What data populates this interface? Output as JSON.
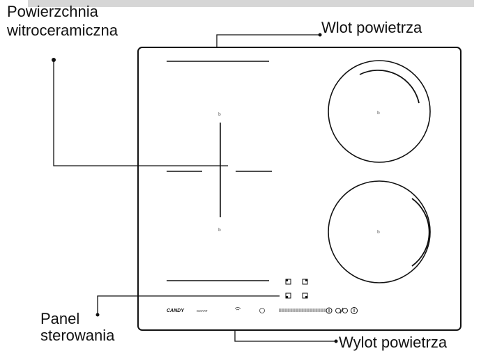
{
  "labels": {
    "surface_line1": "Powierzchnia",
    "surface_line2": "witroceramiczna",
    "air_inlet": "Wlot powietrza",
    "panel_line1": "Panel",
    "panel_line2": "sterowania",
    "air_outlet": "Wylot powietrza"
  },
  "control_panel": {
    "brand": "CANDY",
    "brand_sub": "SMART"
  },
  "colors": {
    "line": "#111111",
    "top_band": "#d6d6d6"
  }
}
